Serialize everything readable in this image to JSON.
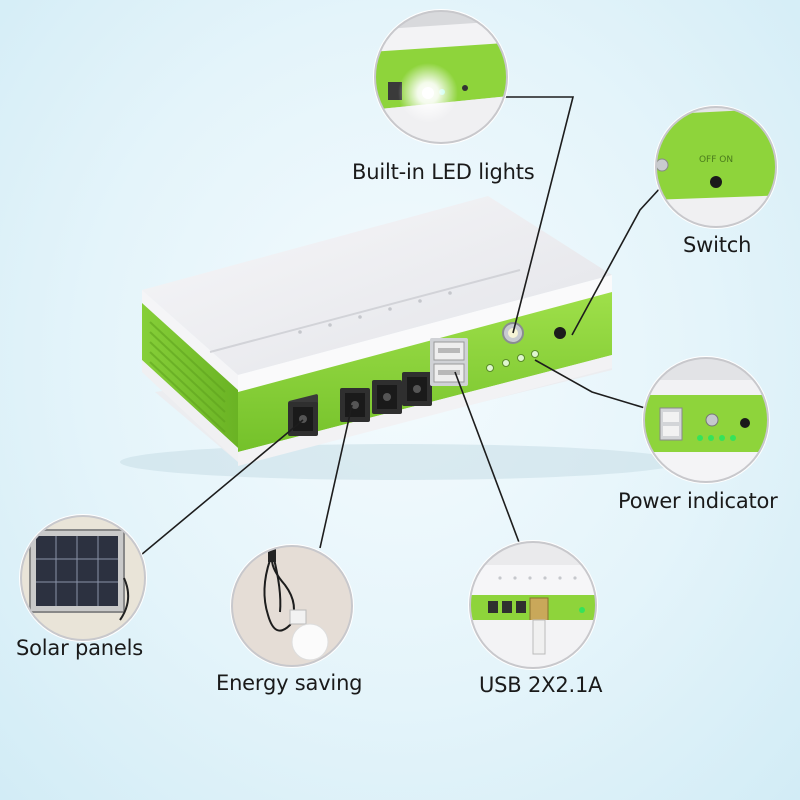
{
  "labels": {
    "led": "Built-in LED lights",
    "switch": "Switch",
    "power_indicator": "Power indicator",
    "solar": "Solar panels",
    "energy": "Energy saving",
    "usb": "USB 2X2.1A"
  },
  "switch_marking": "OFF  ON",
  "colors": {
    "case_green": "#8ed43b",
    "case_white": "#f2f2f4",
    "indicator_green": "#35e35a",
    "background": "#e4f4fa"
  }
}
